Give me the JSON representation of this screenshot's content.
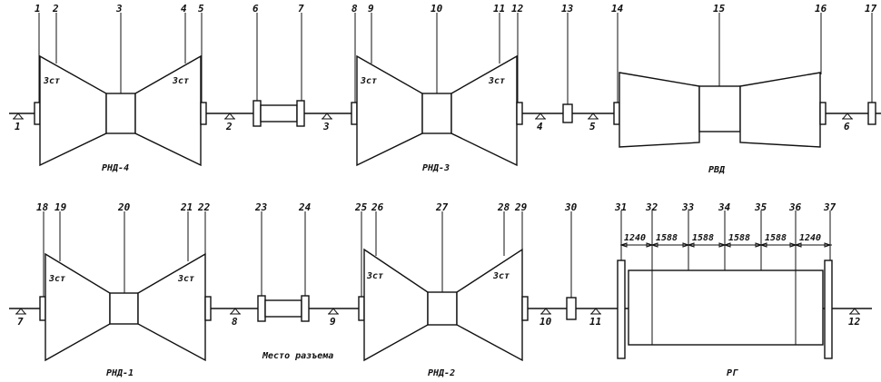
{
  "callouts_top": [
    "1",
    "2",
    "3",
    "4",
    "5",
    "6",
    "7",
    "8",
    "9",
    "10",
    "11",
    "12",
    "13",
    "14",
    "15",
    "16",
    "17"
  ],
  "callouts_bottom": [
    "18",
    "19",
    "20",
    "21",
    "22",
    "23",
    "24",
    "25",
    "26",
    "27",
    "28",
    "29",
    "30",
    "31",
    "32",
    "33",
    "34",
    "35",
    "36",
    "37"
  ],
  "supports_top": [
    "1",
    "2",
    "3",
    "4",
    "5",
    "6"
  ],
  "supports_bottom": [
    "7",
    "8",
    "9",
    "10",
    "11",
    "12"
  ],
  "stage_label": "3ст",
  "units": {
    "rnd4": "РНД-4",
    "rnd3": "РНД-3",
    "rvd": "РВД",
    "rnd1": "РНД-1",
    "rnd2": "РНД-2",
    "rg": "РГ"
  },
  "split_place": "Место разъема",
  "dimensions": [
    "1240",
    "1588",
    "1588",
    "1588",
    "1588",
    "1240"
  ]
}
